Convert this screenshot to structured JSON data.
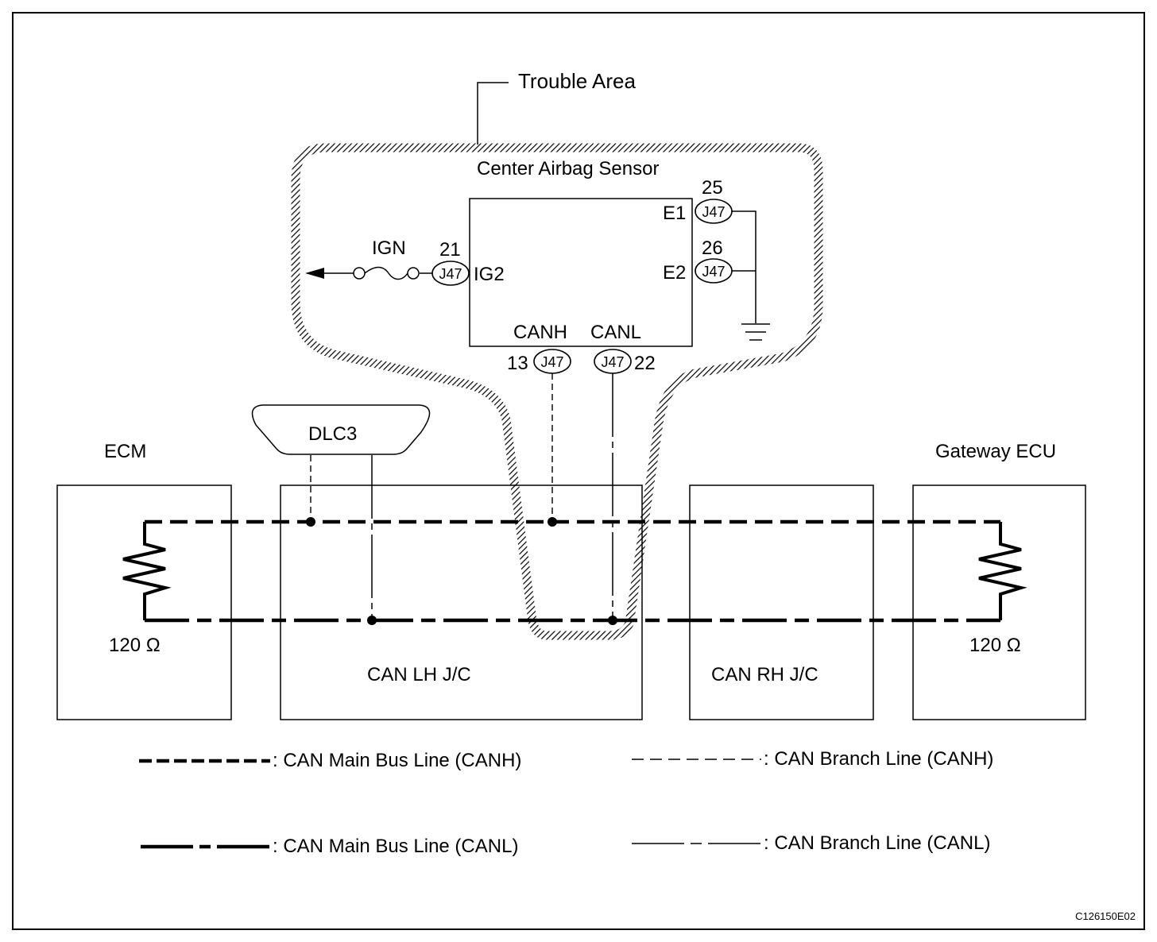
{
  "trouble_area_label": "Trouble Area",
  "sensor": {
    "title": "Center Airbag Sensor",
    "ig2": "IG2",
    "e1": "E1",
    "e2": "E2",
    "canh": "CANH",
    "canl": "CANL",
    "pins": {
      "ig2": "21",
      "e1": "25",
      "e2": "26",
      "canh": "13",
      "canl": "22"
    },
    "connector": "J47"
  },
  "ign_label": "IGN",
  "dlc3_label": "DLC3",
  "ecm_label": "ECM",
  "gateway_label": "Gateway ECU",
  "resistor_left": "120 Ω",
  "resistor_right": "120 Ω",
  "jc_left": "CAN LH J/C",
  "jc_right": "CAN RH J/C",
  "legend": {
    "main_canh": ": CAN Main Bus Line (CANH)",
    "main_canl": ": CAN Main Bus Line (CANL)",
    "branch_canh": ": CAN Branch Line (CANH)",
    "branch_canl": ": CAN Branch Line (CANL)"
  },
  "figure_code": "C126150E02"
}
